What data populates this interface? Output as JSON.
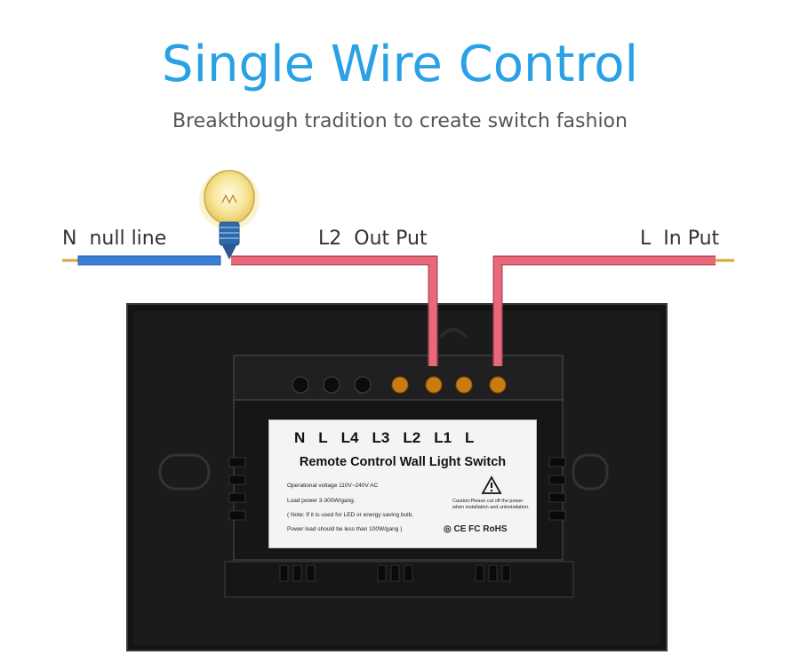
{
  "header": {
    "title": "Single Wire Control",
    "subtitle": "Breakthough tradition to create switch fashion"
  },
  "wires": {
    "null_letter": "N",
    "null_text": "null line",
    "out_letter": "L2",
    "out_text": "Out Put",
    "in_letter": "L",
    "in_text": "In Put"
  },
  "label": {
    "terminals": [
      "N",
      "L",
      "L4",
      "L3",
      "L2",
      "L1",
      "L"
    ],
    "product_name": "Remote Control Wall Light Switch",
    "voltage": "Operational voltage   110V~240V AC",
    "load": "Load power   3-300W/gang.",
    "note": "( Note: If it is used for LED or energy saving bulb,",
    "note2": "Power load should be less than 100W/gang )",
    "caution": "Caution:Please cut off the power when installation and uninstallation.",
    "certs": "CE FC RoHS"
  },
  "colors": {
    "title": "#2aa1e6",
    "neutral_wire": "#3a7fd4",
    "live_wire": "#e8697a",
    "copper": "#d9a437"
  }
}
